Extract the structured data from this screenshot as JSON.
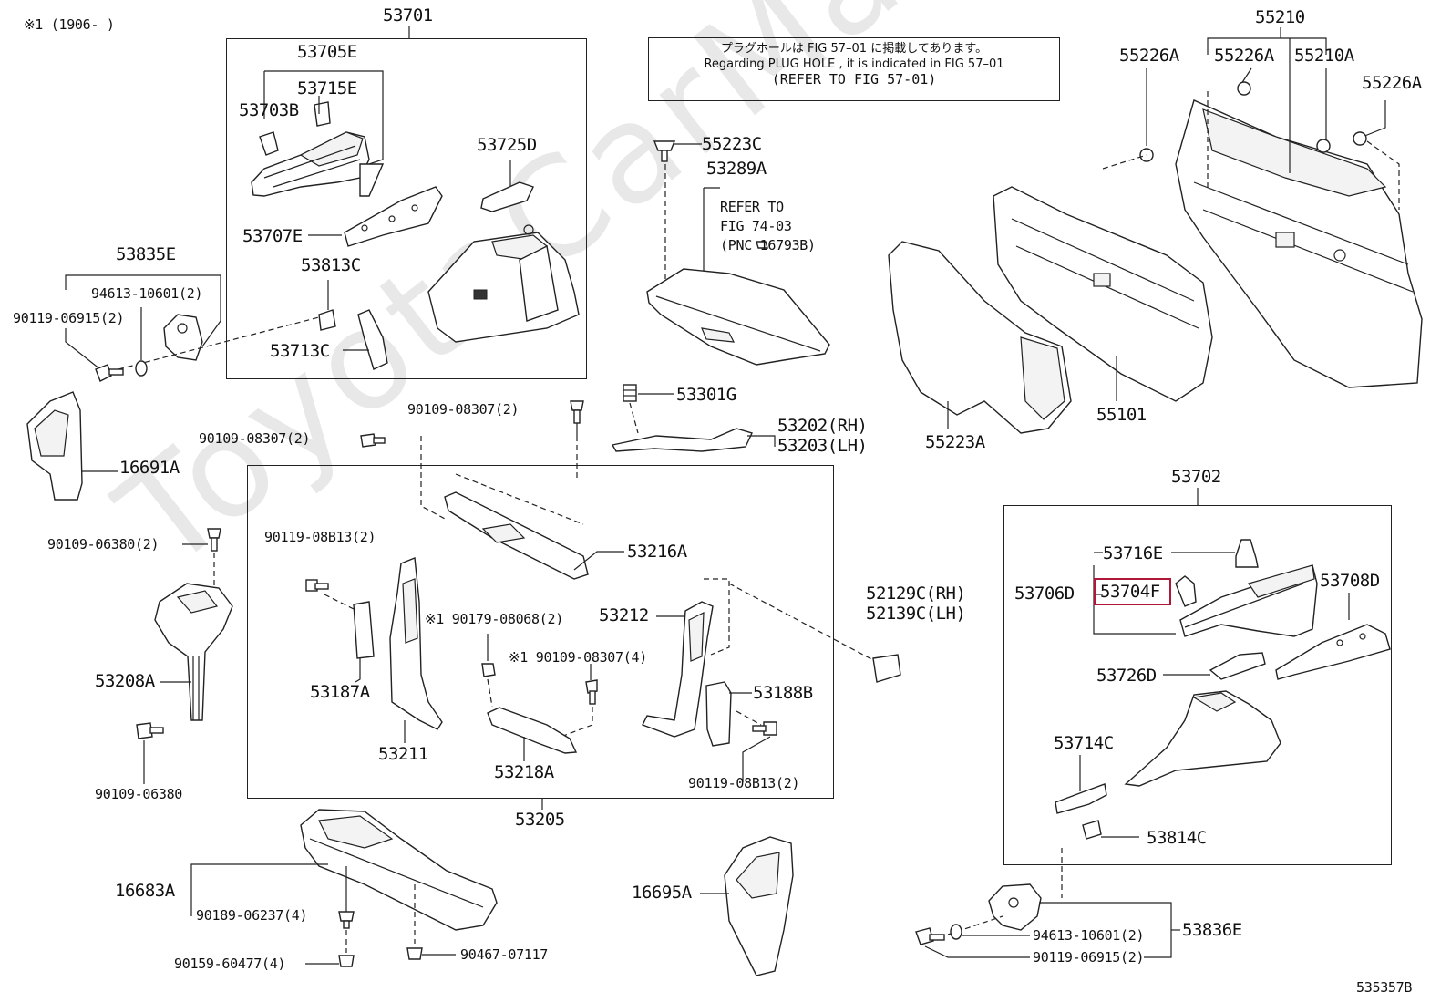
{
  "watermark": "ToyotaCarMarket",
  "header_note": "※1 (1906-     )",
  "figure_id": "535357B",
  "notice": {
    "line1": "プラグホールは FIG 57–01 に掲載してあります。",
    "line2": "Regarding PLUG HOLE , it is indicated in FIG 57–01",
    "line3": "(REFER TO FIG 57-01)"
  },
  "refer_note": {
    "line1": "REFER TO",
    "line2": "FIG 74-03",
    "line3": "(PNC 16793B)"
  },
  "highlight_part": "53704F",
  "labels": {
    "p53701": "53701",
    "p53705E": "53705E",
    "p53715E": "53715E",
    "p53703B": "53703B",
    "p53725D": "53725D",
    "p53707E": "53707E",
    "p53813C": "53813C",
    "p53713C": "53713C",
    "p53835E": "53835E",
    "p94613_l": "94613-10601(2)",
    "p90119_l": "90119-06915(2)",
    "p16691A": "16691A",
    "p55223C": "55223C",
    "p53289A": "53289A",
    "p55210": "55210",
    "p55226A_1": "55226A",
    "p55226A_2": "55226A",
    "p55210A": "55210A",
    "p55226A_3": "55226A",
    "p55223A": "55223A",
    "p55101": "55101",
    "p90109_a": "90109-08307(2)",
    "p90109_b": "90109-08307(2)",
    "p53301G": "53301G",
    "p53202RH": "53202(RH)",
    "p53203LH": "53203(LH)",
    "p53216A": "53216A",
    "p90119_08B13_a": "90119-08B13(2)",
    "p90179": "※1 90179-08068(2)",
    "p90109_08307_4": "※1 90109-08307(4)",
    "p53212": "53212",
    "p53187A": "53187A",
    "p53188B": "53188B",
    "p53211": "53211",
    "p53218A": "53218A",
    "p90119_08B13_b": "90119-08B13(2)",
    "p53205": "53205",
    "p52129C": "52129C(RH)",
    "p52139C": "52139C(LH)",
    "p90109_06380_2": "90109-06380(2)",
    "p53208A": "53208A",
    "p90109_06380": "90109-06380",
    "p53702": "53702",
    "p53716E": "53716E",
    "p53706D": "53706D",
    "p53704F": "53704F",
    "p53708D": "53708D",
    "p53726D": "53726D",
    "p53714C": "53714C",
    "p53814C": "53814C",
    "p16683A": "16683A",
    "p90189": "90189-06237(4)",
    "p90159": "90159-60477(4)",
    "p90467": "90467-07117",
    "p16695A": "16695A",
    "p94613_r": "94613-10601(2)",
    "p90119_r": "90119-06915(2)",
    "p53836E": "53836E"
  }
}
